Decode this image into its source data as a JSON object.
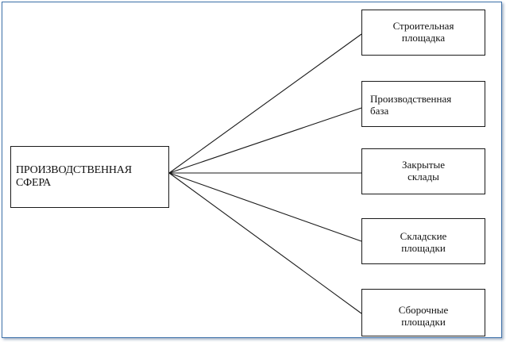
{
  "diagram": {
    "root": {
      "line1": "ПРОИЗВОДСТВЕННАЯ",
      "line2": "СФЕРА"
    },
    "children": [
      {
        "line1": "Строительная",
        "line2": "площадка"
      },
      {
        "line1": "Производственная",
        "line2": "база"
      },
      {
        "line1": "Закрытые",
        "line2": "склады"
      },
      {
        "line1": "Складские",
        "line2": "площадки"
      },
      {
        "line1": "Сборочные",
        "line2": "площадки"
      }
    ]
  }
}
